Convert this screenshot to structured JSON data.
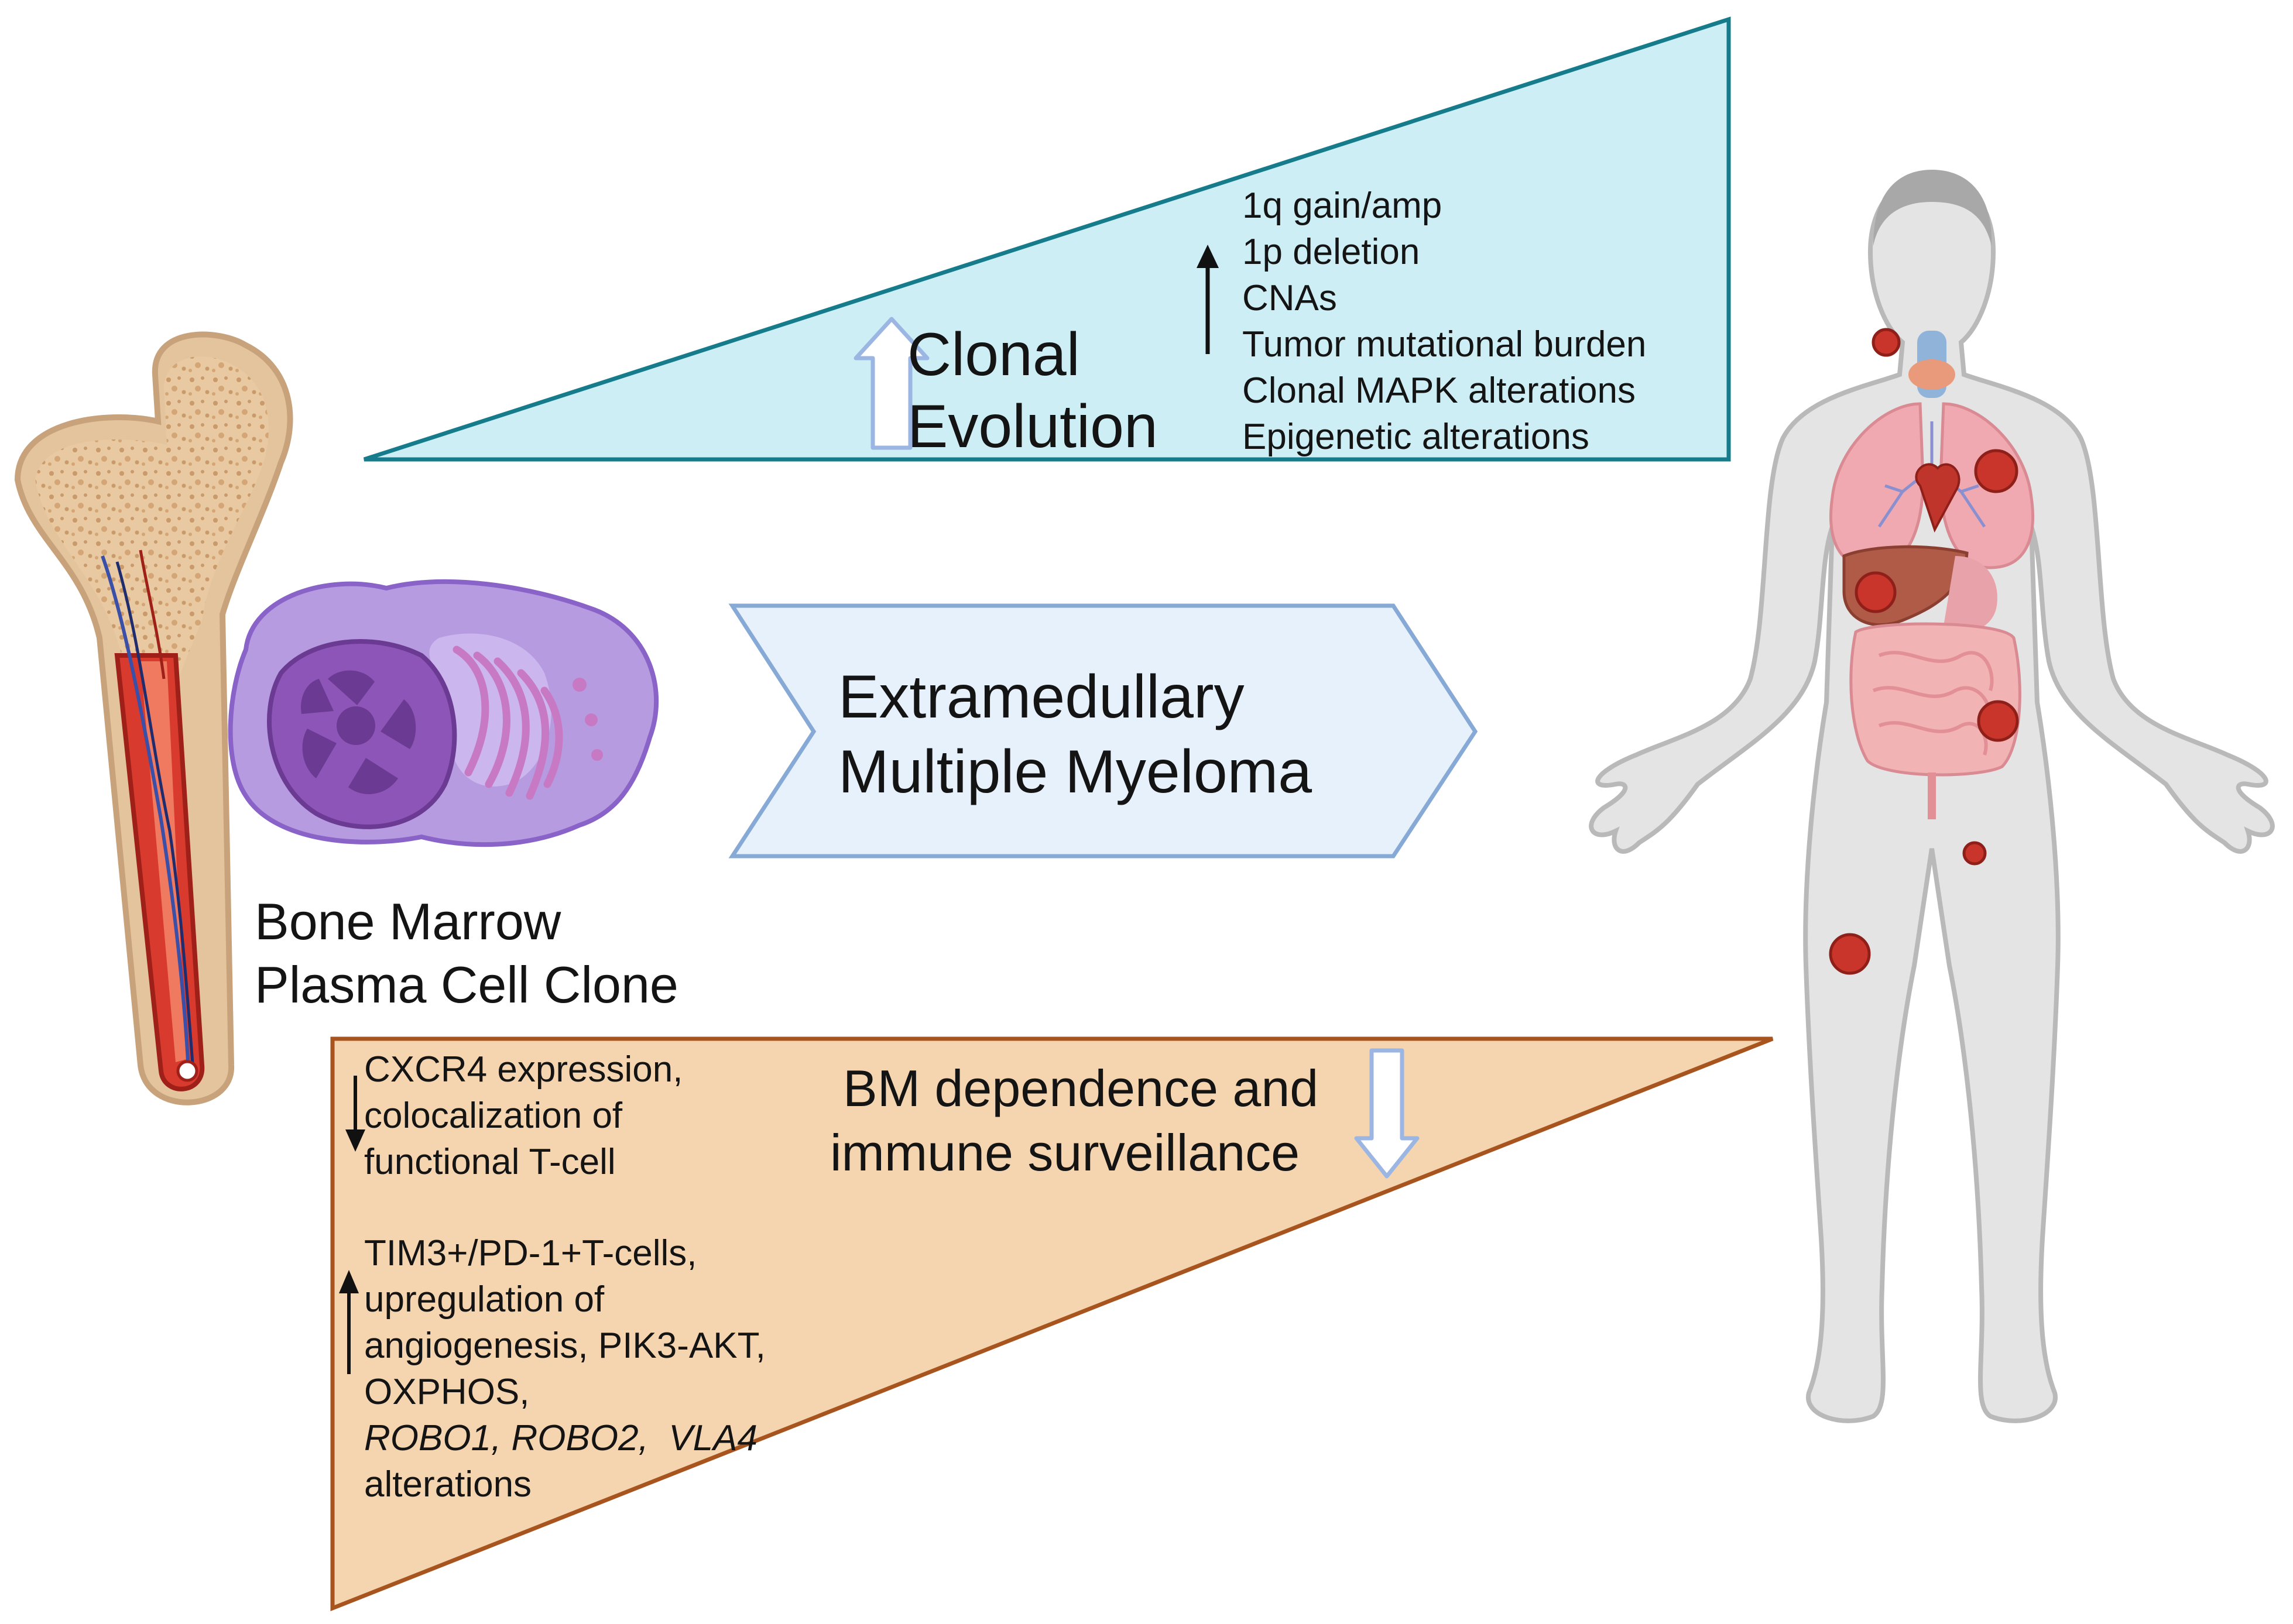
{
  "clonal": {
    "title_line1": "Clonal",
    "title_line2": "Evolution",
    "items": [
      "1q gain/amp",
      "1p deletion",
      "CNAs",
      "Tumor mutational burden",
      "Clonal MAPK alterations",
      "Epigenetic alterations"
    ],
    "fill": "#cdeef5",
    "stroke": "#167c8c"
  },
  "center": {
    "line1": "Extramedullary",
    "line2": "Multiple Myeloma",
    "fill": "#e6f1fb",
    "stroke": "#86a9d6"
  },
  "bone": {
    "caption_line1": "Bone Marrow",
    "caption_line2": "Plasma Cell Clone"
  },
  "bm": {
    "title_line1": "BM dependence and",
    "title_line2": "immune surveillance",
    "down_items": [
      "CXCR4 expression,",
      "colocalization of",
      "functional T-cell"
    ],
    "up_items": [
      "TIM3+/PD-1+T-cells,",
      "upregulation of",
      "angiogenesis, PIK3-AKT,",
      "OXPHOS,"
    ],
    "genes_italic": "ROBO1, ROBO2,  VLA4",
    "genes_tail": "alterations",
    "fill": "#f5d5b0",
    "stroke": "#a8541f"
  },
  "icons": {
    "bone": "femur-bone-icon",
    "cell": "plasma-cell-icon",
    "body": "human-body-icon",
    "up_arrow": "up-arrow-icon",
    "down_arrow": "down-arrow-icon"
  }
}
